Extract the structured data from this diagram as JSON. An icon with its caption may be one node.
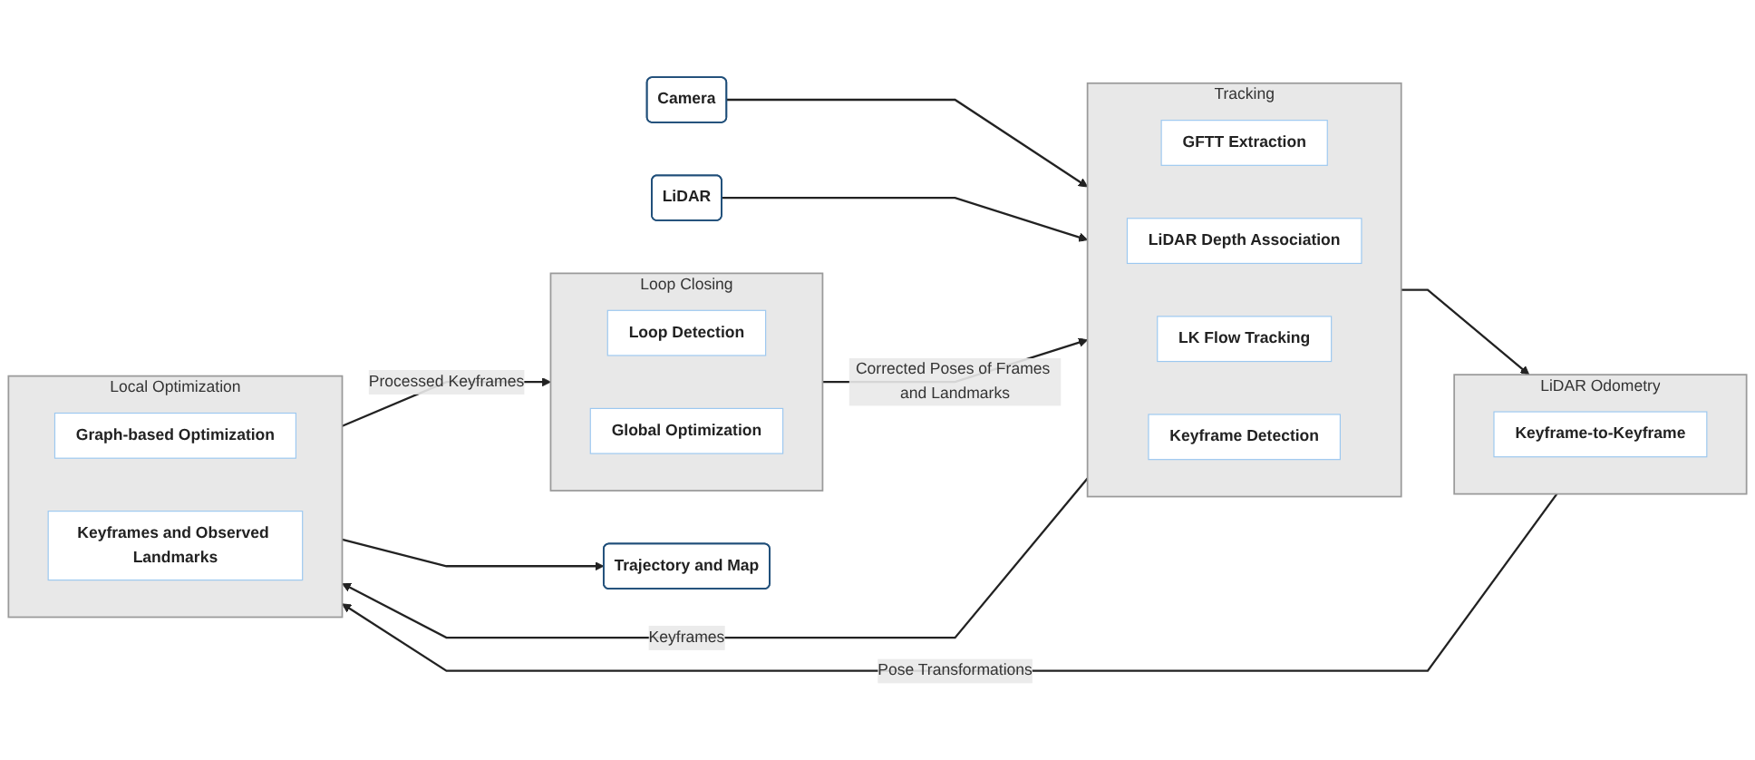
{
  "diagram": {
    "nodes": [
      {
        "text": [
          "Camera"
        ]
      },
      {
        "text": [
          "LiDAR"
        ]
      },
      {
        "text": [
          "Tracking"
        ]
      },
      {
        "text": [
          "GFTT Extraction"
        ],
        "in": 2
      },
      {
        "text": [
          "LiDAR Depth Association"
        ],
        "in": 2
      },
      {
        "text": [
          "LK Flow Tracking"
        ],
        "in": 2
      },
      {
        "text": [
          "Keyframe Detection"
        ],
        "in": 2
      },
      {
        "text": [
          "Loop Closing"
        ]
      },
      {
        "text": [
          "Loop Detection"
        ],
        "in": 7
      },
      {
        "text": [
          "Global Optimization"
        ],
        "in": 7
      },
      {
        "text": [
          "LiDAR Odometry"
        ]
      },
      {
        "text": [
          "Keyframe-to-Keyframe"
        ],
        "in": 10
      },
      {
        "text": [
          "Local Optimization"
        ]
      },
      {
        "text": [
          "Graph-based Optimization"
        ],
        "in": 12
      },
      {
        "text": [
          "Keyframes and Observed Landmarks"
        ],
        "in": 12
      },
      {
        "text": [
          "Trajectory and Map"
        ]
      }
    ],
    "edges": [
      {
        "from": 0,
        "to": 2,
        "arrow": "to"
      },
      {
        "from": 1,
        "to": 2,
        "arrow": "to"
      },
      {
        "from": 2,
        "to": 10,
        "arrow": "to"
      },
      {
        "from": 2,
        "to": 12,
        "arrow": "to",
        "label": "Keyframes"
      },
      {
        "from": 10,
        "to": 12,
        "arrow": "to",
        "label": "Pose Transformations"
      },
      {
        "from": 12,
        "to": 7,
        "arrow": "to",
        "label": "Processed Keyframes"
      },
      {
        "from": 7,
        "to": 2,
        "arrow": "to",
        "label": "Corrected Poses of Frames and Landmarks"
      },
      {
        "from": 12,
        "to": 15,
        "arrow": "to"
      }
    ]
  }
}
